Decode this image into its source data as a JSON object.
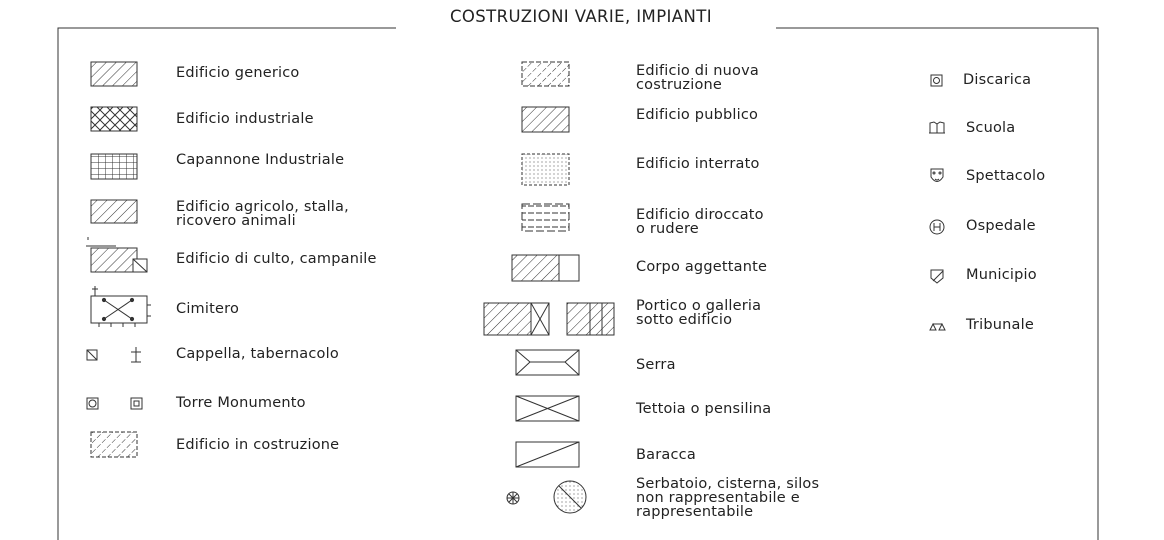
{
  "title": "COSTRUZIONI VARIE, IMPIANTI",
  "column1": [
    {
      "label": "Edificio generico"
    },
    {
      "label": "Edificio industriale"
    },
    {
      "label": "Capannone Industriale"
    },
    {
      "label": "Edificio agricolo, stalla,\nricovero animali"
    },
    {
      "label": "Edificio di culto, campanile"
    },
    {
      "label": "Cimitero"
    },
    {
      "label": "Cappella, tabernacolo"
    },
    {
      "label": "Torre Monumento"
    },
    {
      "label": "Edificio in costruzione"
    }
  ],
  "column2": [
    {
      "label": "Edificio di nuova\ncostruzione"
    },
    {
      "label": "Edificio pubblico"
    },
    {
      "label": "Edificio interrato"
    },
    {
      "label": "Edificio diroccato\no rudere"
    },
    {
      "label": "Corpo aggettante"
    },
    {
      "label": "Portico o galleria\nsotto edificio"
    },
    {
      "label": "Serra"
    },
    {
      "label": "Tettoia o pensilina"
    },
    {
      "label": "Baracca"
    },
    {
      "label": "Serbatoio, cisterna, silos\nnon rappresentabile e\nrappresentabile"
    }
  ],
  "column3": [
    {
      "label": "Discarica",
      "icon": "discarica-icon"
    },
    {
      "label": "Scuola",
      "icon": "scuola-icon"
    },
    {
      "label": "Spettacolo",
      "icon": "spettacolo-icon"
    },
    {
      "label": "Ospedale",
      "icon": "ospedale-icon"
    },
    {
      "label": "Municipio",
      "icon": "municipio-icon"
    },
    {
      "label": "Tribunale",
      "icon": "tribunale-icon"
    }
  ]
}
